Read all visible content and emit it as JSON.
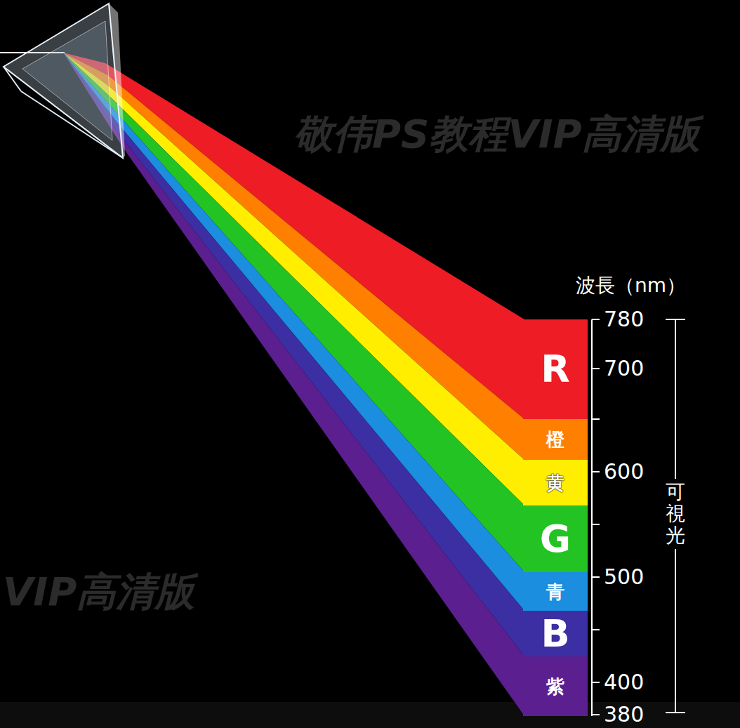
{
  "diagram": {
    "nodes": [
      {
        "text": [
          "R"
        ]
      },
      {
        "text": [
          "橙"
        ]
      },
      {
        "text": [
          "黄"
        ]
      },
      {
        "text": [
          "G"
        ]
      },
      {
        "text": [
          "青"
        ]
      },
      {
        "text": [
          "B"
        ]
      },
      {
        "text": [
          "紫"
        ]
      }
    ],
    "labels": [
      "敬伟PS教程VIP高清版",
      "波長（nm）",
      "780",
      "700",
      "600",
      "500",
      "400",
      "380",
      "可視光",
      "VIP高清版"
    ]
  }
}
